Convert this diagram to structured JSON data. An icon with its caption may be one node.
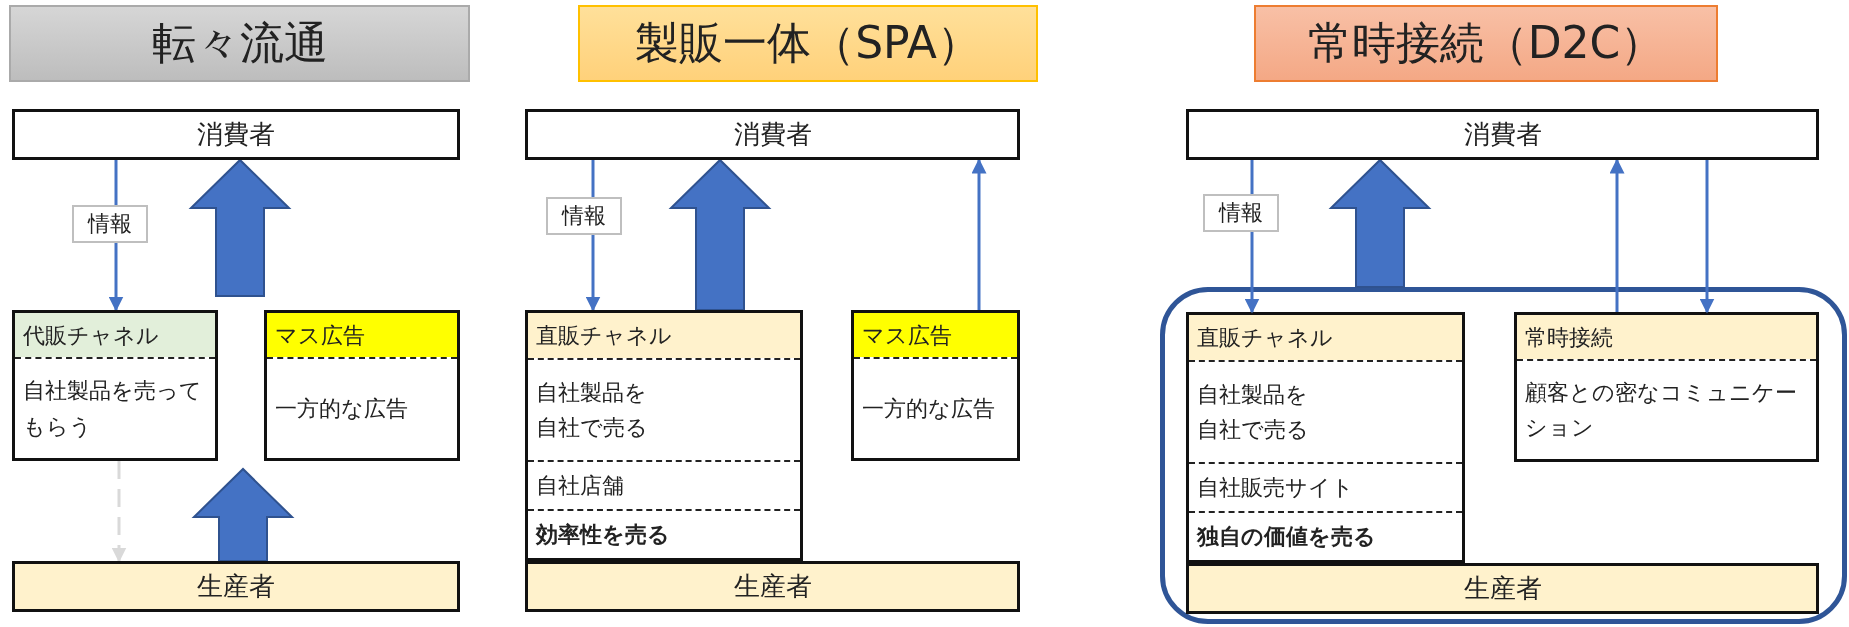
{
  "diagram": {
    "nodes": [
      {
        "text": [
          "転々流通"
        ]
      },
      {
        "text": [
          "消費者"
        ]
      },
      {
        "text": [
          "代販チャネル",
          "自社製品を売ってもらう"
        ]
      },
      {
        "text": [
          "マス広告",
          "一方的な広告"
        ]
      },
      {
        "text": [
          "生産者"
        ]
      },
      {
        "text": [
          "製販一体（SPA）"
        ]
      },
      {
        "text": [
          "消費者"
        ]
      },
      {
        "text": [
          "直販チャネル",
          "自社製品を自社で売る",
          "自社店舗",
          "効率性を売る"
        ]
      },
      {
        "text": [
          "マス広告",
          "一方的な広告"
        ]
      },
      {
        "text": [
          "生産者"
        ]
      },
      {
        "text": [
          "常時接続（D2C）"
        ]
      },
      {
        "text": [
          "消費者"
        ]
      },
      {
        "text": [],
        "shape": "box"
      },
      {
        "text": [
          "直販チャネル",
          "自社製品を自社で売る",
          "自社販売サイト",
          "独自の価値を売る"
        ],
        "in": 12
      },
      {
        "text": [
          "常時接続",
          "顧客との密なコミュニケーション"
        ],
        "in": 12
      },
      {
        "text": [
          "生産者"
        ],
        "in": 12
      }
    ],
    "edges": [
      {
        "from": 1,
        "to": 2,
        "arrow": "to",
        "label": "情報"
      },
      {
        "from": null,
        "to": 1,
        "arrow": "to",
        "style": "thick"
      },
      {
        "from": 4,
        "to": null,
        "arrow": "to",
        "style": "thick"
      },
      {
        "from": 2,
        "to": 4,
        "arrow": "to",
        "style": "dashed",
        "color": "#d9d9d9"
      },
      {
        "from": 6,
        "to": 7,
        "arrow": "to",
        "label": "情報"
      },
      {
        "from": 7,
        "to": 6,
        "arrow": "to",
        "style": "thick"
      },
      {
        "from": 8,
        "to": 6,
        "arrow": "to"
      },
      {
        "from": 11,
        "to": 13,
        "arrow": "to",
        "label": "情報"
      },
      {
        "from": 12,
        "to": 11,
        "arrow": "to",
        "style": "thick"
      },
      {
        "from": 14,
        "to": 11,
        "arrow": "to"
      },
      {
        "from": 11,
        "to": 14,
        "arrow": "to"
      }
    ]
  }
}
